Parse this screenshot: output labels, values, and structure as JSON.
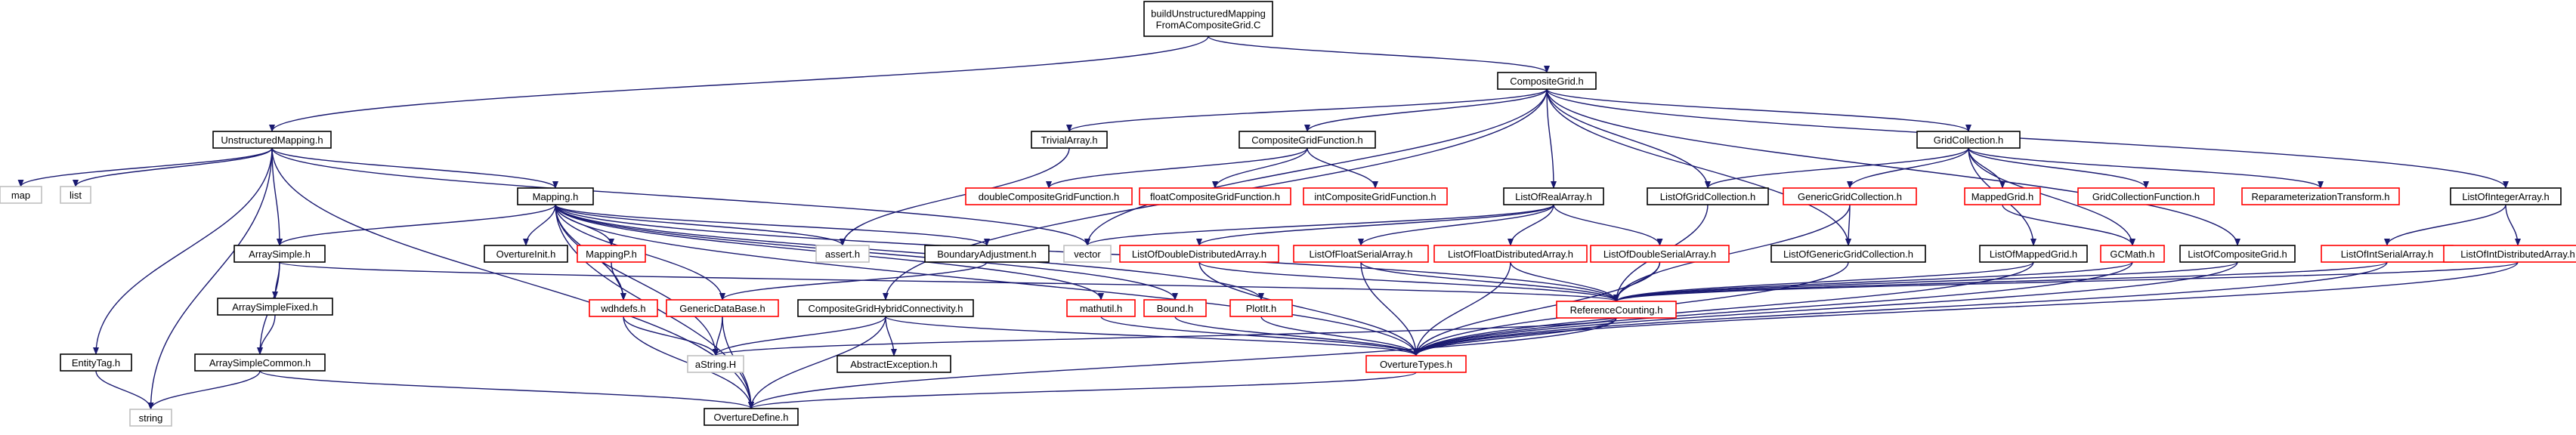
{
  "colors": {
    "edge": "#191970",
    "normal_border": "#000000",
    "missing_border": "#ff0000",
    "external_border": "#bfbfbf",
    "root_fill": "#bfbfbf",
    "text": "#000000"
  },
  "nodes": [
    {
      "id": "root",
      "label": [
        "buildUnstructuredMapping",
        "FromACompositeGrid.C"
      ],
      "kind": "root"
    },
    {
      "id": "cg",
      "label": [
        "CompositeGrid.h"
      ],
      "kind": "normal"
    },
    {
      "id": "um",
      "label": [
        "UnstructuredMapping.h"
      ],
      "kind": "normal"
    },
    {
      "id": "map",
      "label": [
        "map"
      ],
      "kind": "external"
    },
    {
      "id": "list",
      "label": [
        "list"
      ],
      "kind": "external"
    },
    {
      "id": "mapping",
      "label": [
        "Mapping.h"
      ],
      "kind": "normal"
    },
    {
      "id": "arraysimple",
      "label": [
        "ArraySimple.h"
      ],
      "kind": "normal"
    },
    {
      "id": "arraysimplefixed",
      "label": [
        "ArraySimpleFixed.h"
      ],
      "kind": "normal"
    },
    {
      "id": "arraysimplecommon",
      "label": [
        "ArraySimpleCommon.h"
      ],
      "kind": "normal"
    },
    {
      "id": "entitytag",
      "label": [
        "EntityTag.h"
      ],
      "kind": "normal"
    },
    {
      "id": "string",
      "label": [
        "string"
      ],
      "kind": "external"
    },
    {
      "id": "overtureinit",
      "label": [
        "OvertureInit.h"
      ],
      "kind": "normal"
    },
    {
      "id": "mappingp",
      "label": [
        "MappingP.h"
      ],
      "kind": "missing"
    },
    {
      "id": "wdhdefs",
      "label": [
        "wdhdefs.h"
      ],
      "kind": "missing"
    },
    {
      "id": "genericdatabase",
      "label": [
        "GenericDataBase.h"
      ],
      "kind": "missing"
    },
    {
      "id": "astring",
      "label": [
        "aString.H"
      ],
      "kind": "external"
    },
    {
      "id": "overturedefine",
      "label": [
        "OvertureDefine.h"
      ],
      "kind": "normal"
    },
    {
      "id": "trivialarray",
      "label": [
        "TrivialArray.h"
      ],
      "kind": "normal"
    },
    {
      "id": "assert",
      "label": [
        "assert.h"
      ],
      "kind": "external"
    },
    {
      "id": "cgf",
      "label": [
        "CompositeGridFunction.h"
      ],
      "kind": "normal"
    },
    {
      "id": "dcgf",
      "label": [
        "doubleCompositeGridFunction.h"
      ],
      "kind": "missing"
    },
    {
      "id": "fcgf",
      "label": [
        "floatCompositeGridFunction.h"
      ],
      "kind": "missing"
    },
    {
      "id": "icgf",
      "label": [
        "intCompositeGridFunction.h"
      ],
      "kind": "missing"
    },
    {
      "id": "lora",
      "label": [
        "ListOfRealArray.h"
      ],
      "kind": "normal"
    },
    {
      "id": "boundaryadjustment",
      "label": [
        "BoundaryAdjustment.h"
      ],
      "kind": "normal"
    },
    {
      "id": "vector",
      "label": [
        "vector"
      ],
      "kind": "external"
    },
    {
      "id": "loddist",
      "label": [
        "ListOfDoubleDistributedArray.h"
      ],
      "kind": "missing"
    },
    {
      "id": "lofser",
      "label": [
        "ListOfFloatSerialArray.h"
      ],
      "kind": "missing"
    },
    {
      "id": "lofdist",
      "label": [
        "ListOfFloatDistributedArray.h"
      ],
      "kind": "missing"
    },
    {
      "id": "lodser",
      "label": [
        "ListOfDoubleSerialArray.h"
      ],
      "kind": "missing"
    },
    {
      "id": "cghc",
      "label": [
        "CompositeGridHybridConnectivity.h"
      ],
      "kind": "normal"
    },
    {
      "id": "abstractexception",
      "label": [
        "AbstractException.h"
      ],
      "kind": "normal"
    },
    {
      "id": "mathutil",
      "label": [
        "mathutil.h"
      ],
      "kind": "missing"
    },
    {
      "id": "bound",
      "label": [
        "Bound.h"
      ],
      "kind": "missing"
    },
    {
      "id": "plotit",
      "label": [
        "PlotIt.h"
      ],
      "kind": "missing"
    },
    {
      "id": "refcount",
      "label": [
        "ReferenceCounting.h"
      ],
      "kind": "missing"
    },
    {
      "id": "overturetypes",
      "label": [
        "OvertureTypes.h"
      ],
      "kind": "missing"
    },
    {
      "id": "gridcollection",
      "label": [
        "GridCollection.h"
      ],
      "kind": "normal"
    },
    {
      "id": "logc",
      "label": [
        "ListOfGridCollection.h"
      ],
      "kind": "normal"
    },
    {
      "id": "genericgridcollection",
      "label": [
        "GenericGridCollection.h"
      ],
      "kind": "missing"
    },
    {
      "id": "mappedgrid",
      "label": [
        "MappedGrid.h"
      ],
      "kind": "missing"
    },
    {
      "id": "gridcollectionfunction",
      "label": [
        "GridCollectionFunction.h"
      ],
      "kind": "missing"
    },
    {
      "id": "reparam",
      "label": [
        "ReparameterizationTransform.h"
      ],
      "kind": "missing"
    },
    {
      "id": "loggc",
      "label": [
        "ListOfGenericGridCollection.h"
      ],
      "kind": "normal"
    },
    {
      "id": "lomg",
      "label": [
        "ListOfMappedGrid.h"
      ],
      "kind": "normal"
    },
    {
      "id": "gcmath",
      "label": [
        "GCMath.h"
      ],
      "kind": "missing"
    },
    {
      "id": "locg",
      "label": [
        "ListOfCompositeGrid.h"
      ],
      "kind": "normal"
    },
    {
      "id": "loia",
      "label": [
        "ListOfIntegerArray.h"
      ],
      "kind": "normal"
    },
    {
      "id": "loiser",
      "label": [
        "ListOfIntSerialArray.h"
      ],
      "kind": "missing"
    },
    {
      "id": "loidist",
      "label": [
        "ListOfIntDistributedArray.h"
      ],
      "kind": "missing"
    }
  ],
  "edges": [
    [
      "root",
      "cg"
    ],
    [
      "root",
      "um"
    ],
    [
      "um",
      "map"
    ],
    [
      "um",
      "list"
    ],
    [
      "um",
      "mapping"
    ],
    [
      "um",
      "arraysimple"
    ],
    [
      "um",
      "entitytag"
    ],
    [
      "um",
      "string"
    ],
    [
      "um",
      "overturedefine"
    ],
    [
      "um",
      "vector"
    ],
    [
      "mapping",
      "arraysimple"
    ],
    [
      "mapping",
      "overtureinit"
    ],
    [
      "mapping",
      "mappingp"
    ],
    [
      "mapping",
      "wdhdefs"
    ],
    [
      "mapping",
      "genericdatabase"
    ],
    [
      "mapping",
      "astring"
    ],
    [
      "mapping",
      "overturedefine"
    ],
    [
      "mapping",
      "assert"
    ],
    [
      "mapping",
      "boundaryadjustment"
    ],
    [
      "mapping",
      "mathutil"
    ],
    [
      "mapping",
      "bound"
    ],
    [
      "mapping",
      "plotit"
    ],
    [
      "mapping",
      "overturetypes"
    ],
    [
      "mapping",
      "refcount"
    ],
    [
      "mappingp",
      "wdhdefs"
    ],
    [
      "wdhdefs",
      "astring"
    ],
    [
      "wdhdefs",
      "overturedefine"
    ],
    [
      "genericdatabase",
      "astring"
    ],
    [
      "genericdatabase",
      "overturedefine"
    ],
    [
      "arraysimple",
      "arraysimplefixed"
    ],
    [
      "arraysimple",
      "arraysimplecommon"
    ],
    [
      "arraysimple",
      "refcount"
    ],
    [
      "arraysimplefixed",
      "arraysimplecommon"
    ],
    [
      "arraysimplecommon",
      "string"
    ],
    [
      "arraysimplecommon",
      "overturedefine"
    ],
    [
      "entitytag",
      "string"
    ],
    [
      "cg",
      "trivialarray"
    ],
    [
      "cg",
      "cgf"
    ],
    [
      "cg",
      "lora"
    ],
    [
      "cg",
      "cghc"
    ],
    [
      "cg",
      "vector"
    ],
    [
      "cg",
      "gridcollection"
    ],
    [
      "cg",
      "logc"
    ],
    [
      "cg",
      "loggc"
    ],
    [
      "cg",
      "locg"
    ],
    [
      "cg",
      "loia"
    ],
    [
      "trivialarray",
      "assert"
    ],
    [
      "cgf",
      "dcgf"
    ],
    [
      "cgf",
      "fcgf"
    ],
    [
      "cgf",
      "icgf"
    ],
    [
      "lora",
      "loddist"
    ],
    [
      "lora",
      "lofser"
    ],
    [
      "lora",
      "lofdist"
    ],
    [
      "lora",
      "lodser"
    ],
    [
      "lora",
      "vector"
    ],
    [
      "boundaryadjustment",
      "genericdatabase"
    ],
    [
      "loddist",
      "overturetypes"
    ],
    [
      "lofser",
      "overturetypes"
    ],
    [
      "lofdist",
      "overturetypes"
    ],
    [
      "lodser",
      "overturetypes"
    ],
    [
      "loddist",
      "refcount"
    ],
    [
      "lofser",
      "refcount"
    ],
    [
      "lofdist",
      "refcount"
    ],
    [
      "lodser",
      "refcount"
    ],
    [
      "cghc",
      "astring"
    ],
    [
      "cghc",
      "abstractexception"
    ],
    [
      "cghc",
      "overturedefine"
    ],
    [
      "cghc",
      "overturetypes"
    ],
    [
      "mathutil",
      "overturetypes"
    ],
    [
      "bound",
      "overturetypes"
    ],
    [
      "plotit",
      "overturetypes"
    ],
    [
      "refcount",
      "overturetypes"
    ],
    [
      "refcount",
      "astring"
    ],
    [
      "refcount",
      "overturedefine"
    ],
    [
      "overturetypes",
      "overturedefine"
    ],
    [
      "gridcollection",
      "logc"
    ],
    [
      "gridcollection",
      "genericgridcollection"
    ],
    [
      "gridcollection",
      "mappedgrid"
    ],
    [
      "gridcollection",
      "gridcollectionfunction"
    ],
    [
      "gridcollection",
      "reparam"
    ],
    [
      "gridcollection",
      "lomg"
    ],
    [
      "gridcollection",
      "gcmath"
    ],
    [
      "genericgridcollection",
      "loggc"
    ],
    [
      "genericgridcollection",
      "refcount"
    ],
    [
      "mappedgrid",
      "gcmath"
    ],
    [
      "logc",
      "refcount"
    ],
    [
      "loggc",
      "overturetypes"
    ],
    [
      "lomg",
      "refcount"
    ],
    [
      "lomg",
      "overturetypes"
    ],
    [
      "gcmath",
      "refcount"
    ],
    [
      "gcmath",
      "overturetypes"
    ],
    [
      "locg",
      "refcount"
    ],
    [
      "locg",
      "overturetypes"
    ],
    [
      "loia",
      "loiser"
    ],
    [
      "loia",
      "loidist"
    ],
    [
      "loiser",
      "refcount"
    ],
    [
      "loiser",
      "overturetypes"
    ],
    [
      "loidist",
      "refcount"
    ],
    [
      "loidist",
      "overturetypes"
    ]
  ]
}
